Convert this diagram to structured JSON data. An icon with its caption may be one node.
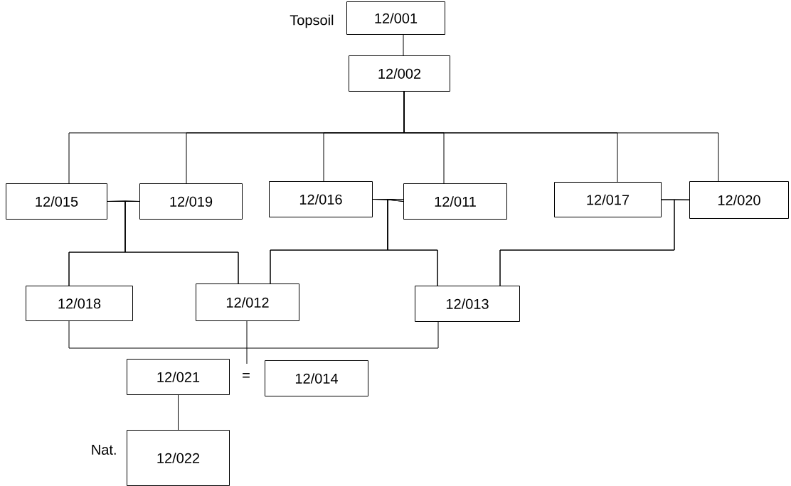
{
  "diagram": {
    "nodes": [
      {
        "text": [
          "12/001"
        ],
        "beside": [
          "Topsoil"
        ]
      },
      {
        "text": [
          "12/002"
        ]
      },
      {
        "text": [
          "12/015"
        ]
      },
      {
        "text": [
          "12/019"
        ]
      },
      {
        "text": [
          "12/016"
        ]
      },
      {
        "text": [
          "12/011"
        ]
      },
      {
        "text": [
          "12/017"
        ]
      },
      {
        "text": [
          "12/020"
        ]
      },
      {
        "text": [
          "12/018"
        ]
      },
      {
        "text": [
          "12/012"
        ]
      },
      {
        "text": [
          "12/013"
        ]
      },
      {
        "text": [
          "12/021"
        ]
      },
      {
        "text": [
          "12/014"
        ]
      },
      {
        "text": [
          "12/022"
        ],
        "beside": [
          "Nat."
        ]
      }
    ],
    "edges": [
      {
        "from": 0,
        "to": 1,
        "arrow": "none"
      },
      {
        "from": 1,
        "to": 2,
        "arrow": "none"
      },
      {
        "from": 1,
        "to": 3,
        "arrow": "none"
      },
      {
        "from": 1,
        "to": 4,
        "arrow": "none"
      },
      {
        "from": 1,
        "to": 5,
        "arrow": "none"
      },
      {
        "from": 1,
        "to": 6,
        "arrow": "none"
      },
      {
        "from": 1,
        "to": 7,
        "arrow": "none"
      },
      {
        "from": 2,
        "to": 3,
        "arrow": "none"
      },
      {
        "from": 4,
        "to": 5,
        "arrow": "none"
      },
      {
        "from": 6,
        "to": 7,
        "arrow": "none"
      },
      {
        "from": 2,
        "to": 8,
        "arrow": "none"
      },
      {
        "from": 2,
        "to": 9,
        "arrow": "none"
      },
      {
        "from": 3,
        "to": 8,
        "arrow": "none"
      },
      {
        "from": 3,
        "to": 9,
        "arrow": "none"
      },
      {
        "from": 4,
        "to": 9,
        "arrow": "none"
      },
      {
        "from": 4,
        "to": 10,
        "arrow": "none"
      },
      {
        "from": 5,
        "to": 9,
        "arrow": "none"
      },
      {
        "from": 5,
        "to": 10,
        "arrow": "none"
      },
      {
        "from": 6,
        "to": 10,
        "arrow": "none"
      },
      {
        "from": 7,
        "to": 10,
        "arrow": "none"
      },
      {
        "from": 8,
        "to": 10,
        "arrow": "none"
      },
      {
        "from": 9,
        "to": null,
        "arrow": "none"
      },
      {
        "from": 11,
        "to": 13,
        "arrow": "none"
      }
    ],
    "labels": [
      "="
    ]
  }
}
